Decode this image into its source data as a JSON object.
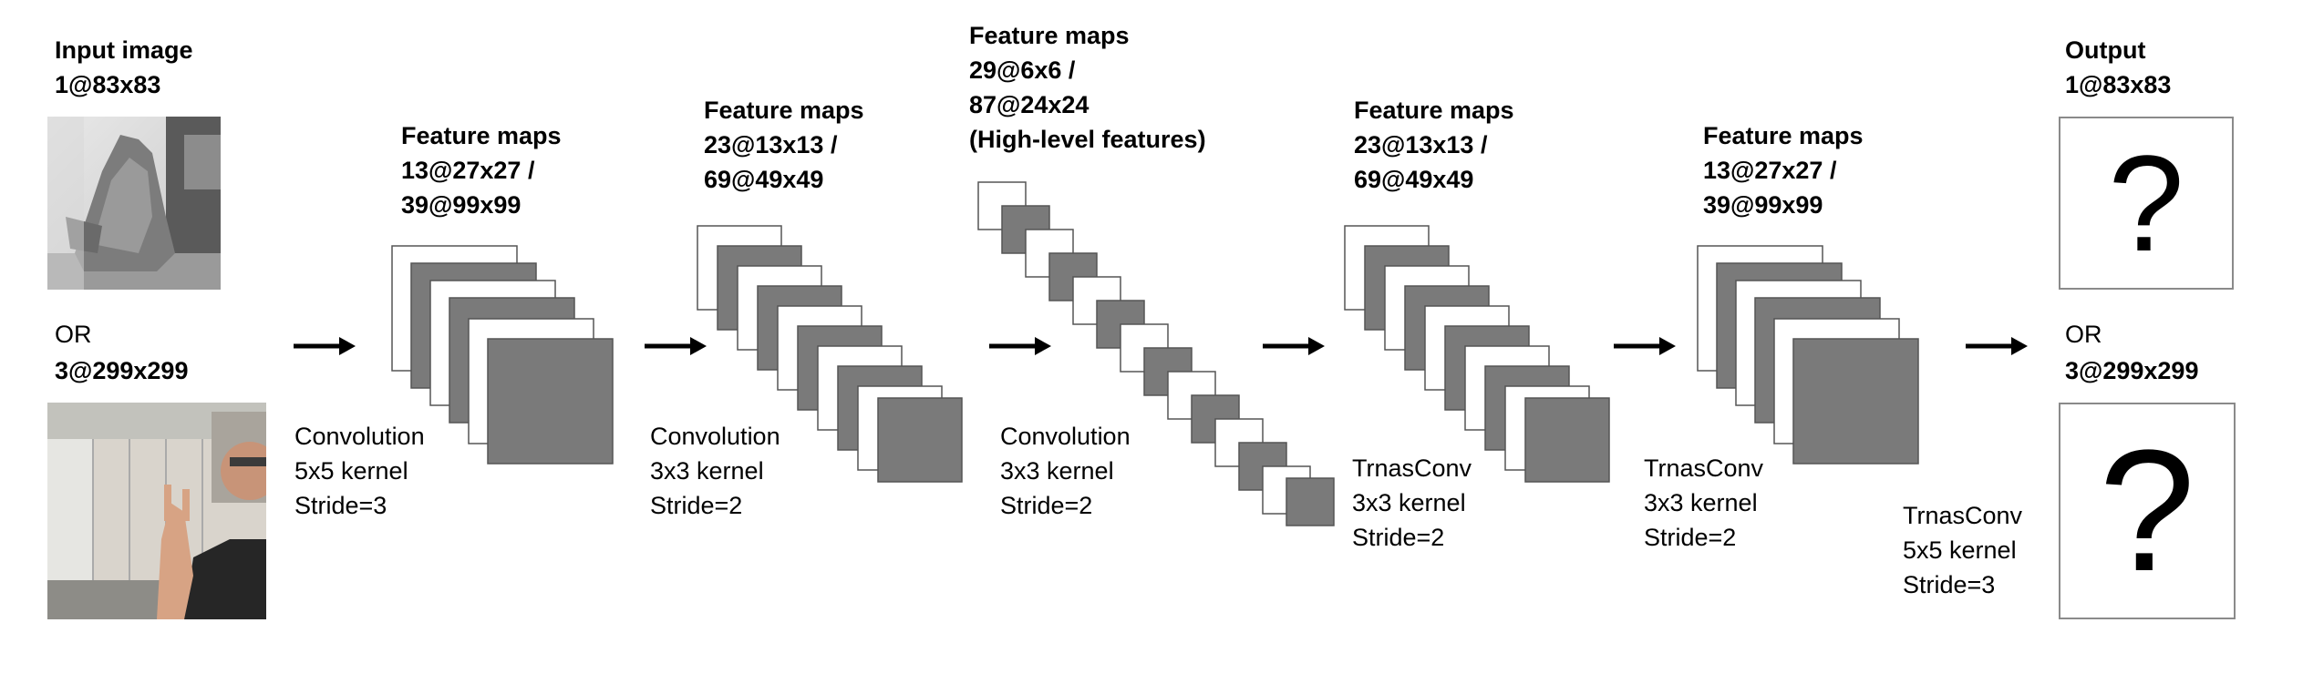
{
  "input": {
    "title": "Input image",
    "dims1": "1@83x83",
    "or": "OR",
    "dims2": "3@299x299"
  },
  "fm1": {
    "title": "Feature maps",
    "line1": "13@27x27 /",
    "line2": "39@99x99"
  },
  "fm2": {
    "title": "Feature maps",
    "line1": "23@13x13 /",
    "line2": "69@49x49"
  },
  "fm3": {
    "title": "Feature maps",
    "line1": "29@6x6 /",
    "line2": "87@24x24",
    "line3": "(High-level features)"
  },
  "fm4": {
    "title": "Feature maps",
    "line1": "23@13x13 /",
    "line2": "69@49x49"
  },
  "fm5": {
    "title": "Feature maps",
    "line1": "13@27x27 /",
    "line2": "39@99x99"
  },
  "output": {
    "title": "Output",
    "dims1": "1@83x83",
    "or": "OR",
    "dims2": "3@299x299",
    "unknown": "?"
  },
  "ops": [
    {
      "name": "Convolution",
      "kernel": "5x5 kernel",
      "stride": "Stride=3"
    },
    {
      "name": "Convolution",
      "kernel": "3x3 kernel",
      "stride": "Stride=2"
    },
    {
      "name": "Convolution",
      "kernel": "3x3 kernel",
      "stride": "Stride=2"
    },
    {
      "name": "TrnasConv",
      "kernel": "3x3 kernel",
      "stride": "Stride=2"
    },
    {
      "name": "TrnasConv",
      "kernel": "3x3 kernel",
      "stride": "Stride=2"
    },
    {
      "name": "TrnasConv",
      "kernel": "5x5 kernel",
      "stride": "Stride=3"
    }
  ],
  "colors": {
    "filled": "#7a7a7a",
    "outline": "#5a5a5a",
    "arrow": "#000000",
    "box_border": "#8a8a8a"
  }
}
